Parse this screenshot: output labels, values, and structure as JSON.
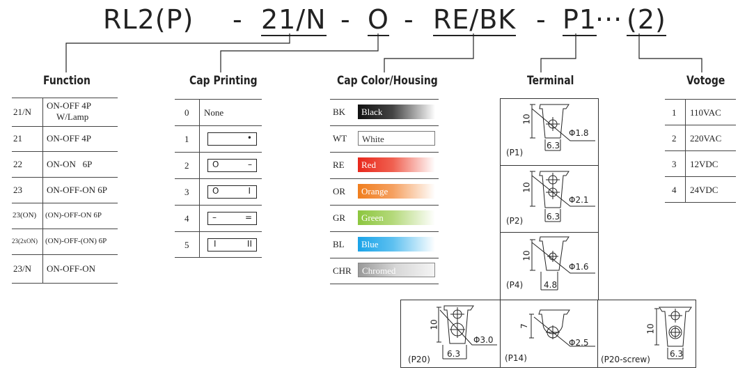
{
  "code": {
    "prefix": "RL2(P)",
    "sep": "-",
    "function": "21/N",
    "cap_printing": "O",
    "color": "RE/BK",
    "terminal": "P1",
    "dots": "···",
    "voltage": "(2)"
  },
  "headings": {
    "function": "Function",
    "cap_printing": "Cap Printing",
    "cap_color": "Cap Color/Housing",
    "terminal": "Terminal",
    "voltage": "Votoge"
  },
  "function_rows": [
    {
      "code": "21/N",
      "desc": "ON-OFF  4P",
      "desc2": "W/Lamp"
    },
    {
      "code": "21",
      "desc": "ON-OFF  4P"
    },
    {
      "code": "22",
      "desc": "ON-ON   6P"
    },
    {
      "code": "23",
      "desc": "ON-OFF-ON  6P"
    },
    {
      "code": "23(ON)",
      "desc": "(ON)-OFF-ON  6P"
    },
    {
      "code": "23(2xON)",
      "desc": "(ON)-OFF-(ON)  6P"
    },
    {
      "code": "23/N",
      "desc": "ON-OFF-ON"
    }
  ],
  "cap_printing_rows": [
    {
      "code": "0",
      "desc": "None"
    },
    {
      "code": "1",
      "left": "",
      "right": "•"
    },
    {
      "code": "2",
      "left": "O",
      "right": "–"
    },
    {
      "code": "3",
      "left": "O",
      "right": "I"
    },
    {
      "code": "4",
      "left": "–",
      "right": "="
    },
    {
      "code": "5",
      "left": "I",
      "right": "II"
    }
  ],
  "cap_color_rows": [
    {
      "code": "BK",
      "name": "Black",
      "color": "#111111"
    },
    {
      "code": "WT",
      "name": "White",
      "color": "#ffffff"
    },
    {
      "code": "RE",
      "name": "Red",
      "color": "#e8281c"
    },
    {
      "code": "OR",
      "name": "Orange",
      "color": "#f07e1e"
    },
    {
      "code": "GR",
      "name": "Green",
      "color": "#8cc63f"
    },
    {
      "code": "BL",
      "name": "Blue",
      "color": "#1aa3e8"
    },
    {
      "code": "CHR",
      "name": "Chromed",
      "color": "#bbbbbb"
    }
  ],
  "terminals": [
    {
      "label": "(P1)",
      "height": "10",
      "width": "6.3",
      "dia": "Φ1.8"
    },
    {
      "label": "(P2)",
      "height": "10",
      "width": "6.3",
      "dia": "Φ2.1"
    },
    {
      "label": "(P4)",
      "height": "10",
      "width": "4.8",
      "dia": "Φ1.6"
    },
    {
      "label": "(P20)",
      "height": "10",
      "width": "6.3",
      "dia": "Φ3.0"
    },
    {
      "label": "(P14)",
      "height": "7",
      "width": "",
      "dia": "Φ2.5"
    },
    {
      "label": "(P20-screw)",
      "height": "10",
      "width": "6.3",
      "dia": ""
    }
  ],
  "voltage_rows": [
    {
      "code": "1",
      "value": "110VAC"
    },
    {
      "code": "2",
      "value": "220VAC"
    },
    {
      "code": "3",
      "value": "12VDC"
    },
    {
      "code": "4",
      "value": "24VDC"
    }
  ]
}
